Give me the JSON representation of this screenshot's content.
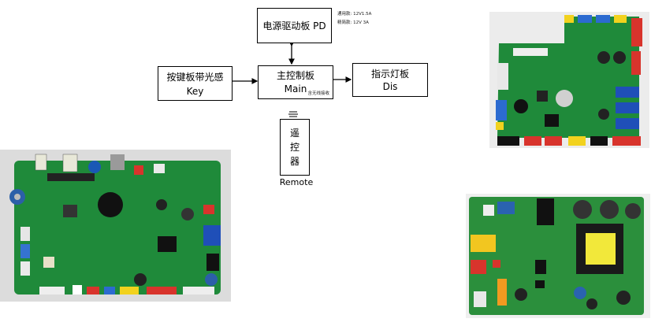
{
  "diagram": {
    "power_board": {
      "line1": "电源驱动板 PD"
    },
    "power_notes": {
      "line1": "通用款:  12V1.5A",
      "line2": "精简款:  12V 3A"
    },
    "key_board": {
      "line1": "按键板带光感",
      "line2": "Key"
    },
    "main_board": {
      "line1": "主控制板",
      "line2": "Main",
      "note": "含无线接收"
    },
    "display_board": {
      "line1": "指示灯板",
      "line2": "Dis"
    },
    "remote": {
      "chars": [
        "遥",
        "控",
        "器"
      ],
      "label": "Remote"
    }
  },
  "photos": [
    {
      "name": "main-board-photo",
      "pcb_color": "#1f8a3a"
    },
    {
      "name": "display-board-photo",
      "pcb_color": "#1f8a3a"
    },
    {
      "name": "power-board-photo",
      "pcb_color": "#2b8f3c"
    }
  ]
}
